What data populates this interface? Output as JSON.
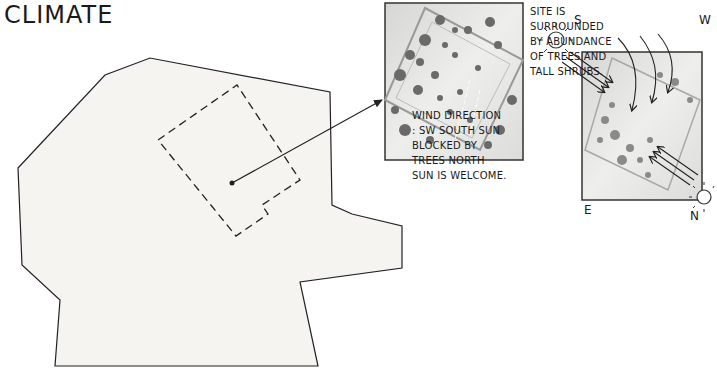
{
  "diagram": {
    "title": "CLIMATE",
    "labels": [
      "SITE IS SURROUNDED BY ABUNDANCE OF TREES AND TALL SHRUBS.",
      "WIND DIRECTION : SW SOUTH SUN BLOCKED BY TREES NORTH SUN IS WELCOME.",
      "S",
      "W",
      "E",
      "N"
    ]
  }
}
